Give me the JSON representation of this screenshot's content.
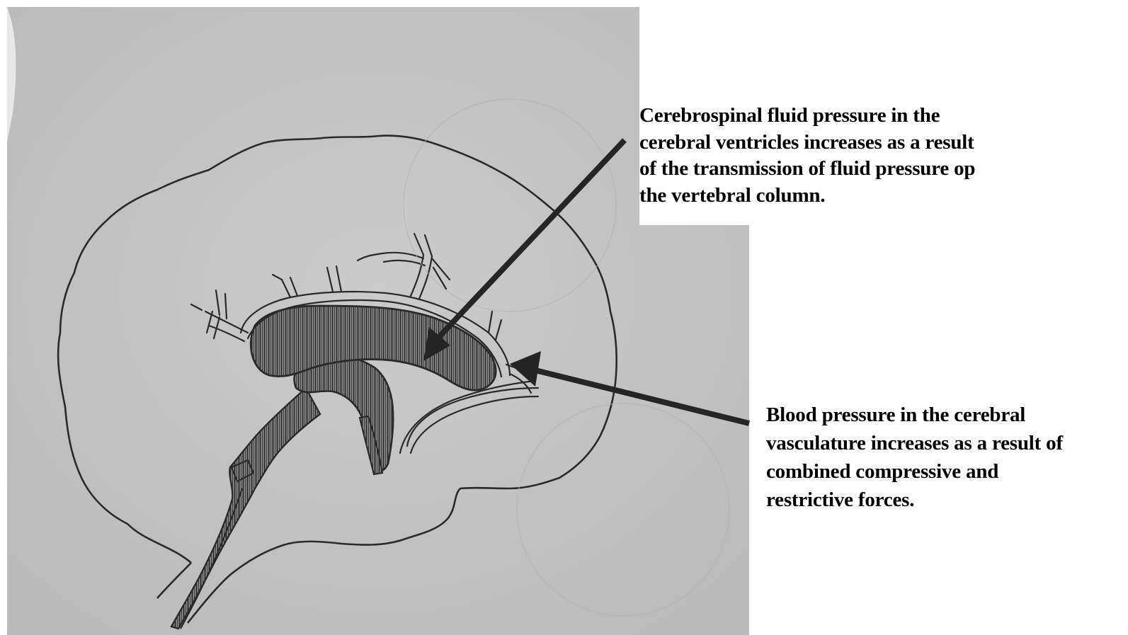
{
  "annotations": {
    "csf": {
      "lines": [
        "Cerebrospinal fluid pressure in the",
        "cerebral ventricles increases as a result",
        "of the transmission of fluid pressure op",
        "the vertebral column."
      ]
    },
    "blood": {
      "lines": [
        "Blood pressure in the cerebral",
        "vasculature increases as a result of",
        "combined compressive and",
        "restrictive forces."
      ]
    }
  },
  "colors": {
    "photo_background": "#c4c4c4",
    "line_art": "#2a2a2a",
    "hatch_fill": "#4a4a4a",
    "arrow": "#252525",
    "page": "#ffffff"
  }
}
